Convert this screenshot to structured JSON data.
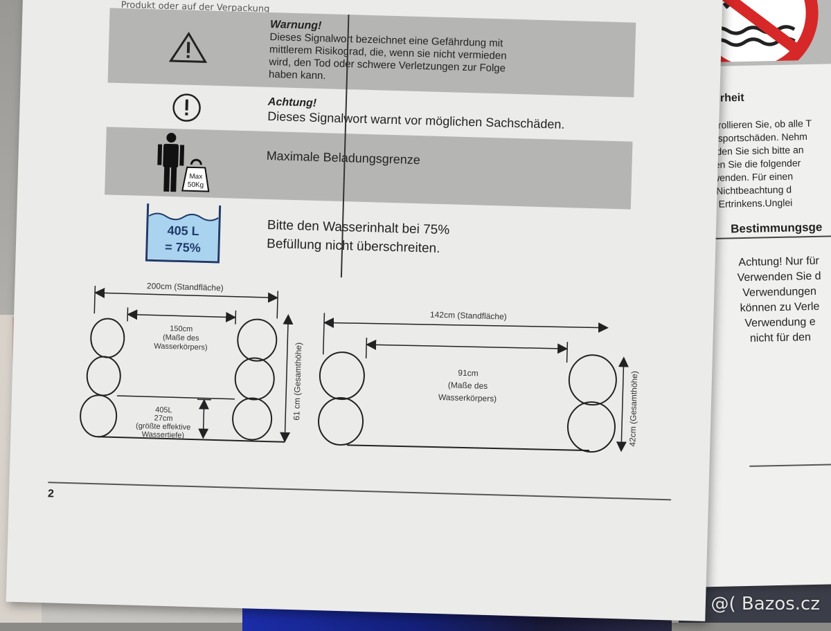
{
  "manual": {
    "top_cut_text": "Produkt oder auf der Verpackung",
    "warnung": {
      "title": "Warnung!",
      "lines": [
        "Dieses Signalwort bezeichnet eine Gefährdung mit",
        "mittlerem Risikograd, die, wenn sie nicht vermieden",
        "wird, den Tod oder schwere Verletzungen zur Folge",
        "haben kann."
      ],
      "icon": "warning-triangle-icon"
    },
    "achtung": {
      "title": "Achtung!",
      "text": "Dieses Signalwort warnt vor möglichen Sachschäden.",
      "icon": "exclamation-circle-icon"
    },
    "beladung": {
      "text": "Maximale Beladungsgrenze",
      "weight_label_1": "Max",
      "weight_label_2": "50Kg",
      "icon": "person-weight-icon"
    },
    "wasser": {
      "tank_line1": "405 L",
      "tank_line2": "= 75%",
      "lines": [
        "Bitte den Wasserinhalt bei 75%",
        "Befüllung nicht überschreiten."
      ],
      "icon": "water-tank-icon"
    },
    "diagram_left": {
      "standflaeche": "200cm (Standfläche)",
      "inner_width": "150cm",
      "inner_note_1": "(Maße des",
      "inner_note_2": "Wasserkörpers)",
      "volume": "405L",
      "depth": "27cm",
      "depth_note_1": "(größte effektive",
      "depth_note_2": "Wassertiefe)",
      "height": "61 cm (Gesamthöhe)"
    },
    "diagram_right": {
      "standflaeche": "142cm (Standfläche)",
      "inner_width": "91cm",
      "inner_note_1": "(Maße des",
      "inner_note_2": "Wasserkörpers)",
      "height": "42cm (Gesamthöhe)"
    },
    "page_number": "2"
  },
  "right_page": {
    "heading": "Sicherheit",
    "paragraph": [
      "Kontrollieren Sie, ob alle T",
      "Transportschäden. Nehm",
      "wenden Sie sich bitte an",
      "Lesen Sie die folgender",
      "verwenden. Für einen",
      "Bei Nichtbeachtung d",
      "und Ertrinkens.Unglei"
    ],
    "heading2": "Bestimmungsge",
    "paragraph2": [
      "Achtung! Nur für",
      "Verwenden Sie d",
      "Verwendungen",
      "können zu Verle",
      "Verwendung e",
      "nicht für den"
    ],
    "sign_icon": "no-diving-sign-icon"
  },
  "watermark": "@( Bazos.cz",
  "colors": {
    "paper": "#ebebe9",
    "band_grey": "#b5b5b3",
    "tank_blue": "#a9d3ee",
    "sign_red": "#d62828"
  }
}
